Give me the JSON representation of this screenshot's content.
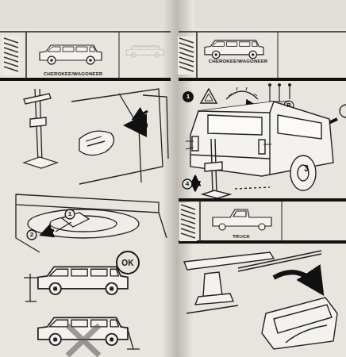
{
  "diagram": {
    "nodes": [
      {
        "text": [
          "CHEROKEE/WAGONEER"
        ]
      },
      {
        "text": [
          "CHEROKEE/WAGONEER"
        ]
      },
      {
        "text": [
          "TRUCK"
        ]
      },
      {
        "text": [
          "OK"
        ]
      }
    ],
    "labels": [
      "1",
      "2",
      "1",
      "R",
      "3",
      "4"
    ]
  }
}
